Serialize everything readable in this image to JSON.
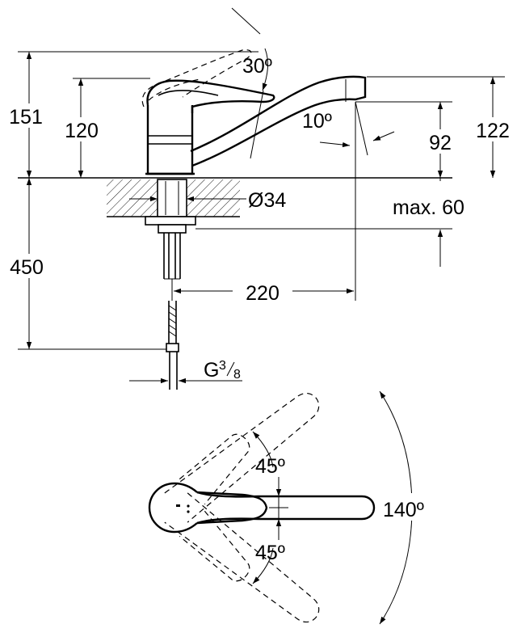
{
  "side_view": {
    "dim_151": "151",
    "dim_120": "120",
    "dim_30deg": "30º",
    "dim_10deg": "10º",
    "dim_92": "92",
    "dim_122": "122",
    "dim_dia34": "Ø34",
    "dim_max60": "max. 60",
    "dim_450": "450",
    "dim_220": "220",
    "dim_thread_g": "G",
    "dim_thread_num": "3",
    "dim_thread_den": "8"
  },
  "top_view": {
    "dim_45_top": "45º",
    "dim_45_bottom": "45º",
    "dim_140": "140º"
  }
}
